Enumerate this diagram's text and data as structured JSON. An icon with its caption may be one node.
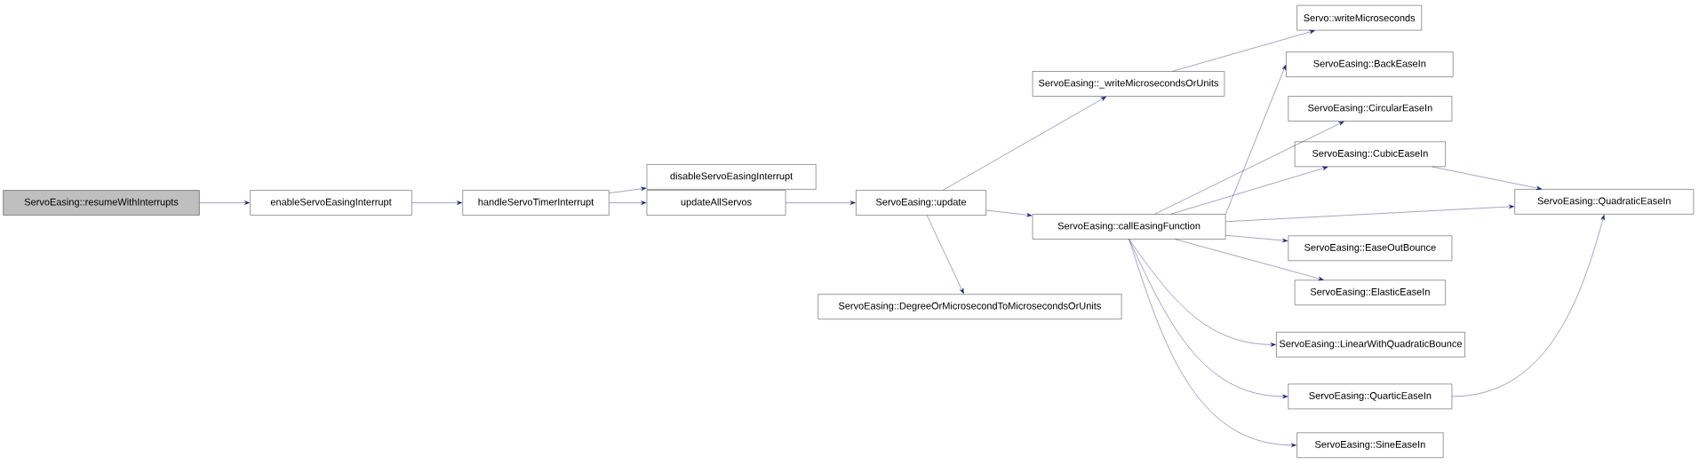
{
  "diagram": {
    "nodes": [
      {
        "text": [
          "ServoEasing::resumeWithInterrupts"
        ]
      },
      {
        "text": [
          "enableServoEasingInterrupt"
        ]
      },
      {
        "text": [
          "handleServoTimerInterrupt"
        ]
      },
      {
        "text": [
          "disableServoEasingInterrupt"
        ]
      },
      {
        "text": [
          "updateAllServos"
        ]
      },
      {
        "text": [
          "ServoEasing::update"
        ]
      },
      {
        "text": [
          "ServoEasing::_writeMicrosecondsOrUnits"
        ]
      },
      {
        "text": [
          "ServoEasing::callEasingFunction"
        ]
      },
      {
        "text": [
          "ServoEasing::DegreeOrMicrosecondToMicrosecondsOrUnits"
        ]
      },
      {
        "text": [
          "Servo::writeMicroseconds"
        ]
      },
      {
        "text": [
          "ServoEasing::BackEaseIn"
        ]
      },
      {
        "text": [
          "ServoEasing::CircularEaseIn"
        ]
      },
      {
        "text": [
          "ServoEasing::CubicEaseIn"
        ]
      },
      {
        "text": [
          "ServoEasing::QuadraticEaseIn"
        ]
      },
      {
        "text": [
          "ServoEasing::EaseOutBounce"
        ]
      },
      {
        "text": [
          "ServoEasing::ElasticEaseIn"
        ]
      },
      {
        "text": [
          "ServoEasing::LinearWithQuadraticBounce"
        ]
      },
      {
        "text": [
          "ServoEasing::QuarticEaseIn"
        ]
      },
      {
        "text": [
          "ServoEasing::SineEaseIn"
        ]
      }
    ],
    "edges": [
      {
        "from": 0,
        "to": 1,
        "arrow": "to"
      },
      {
        "from": 1,
        "to": 2,
        "arrow": "to"
      },
      {
        "from": 2,
        "to": 3,
        "arrow": "to"
      },
      {
        "from": 2,
        "to": 4,
        "arrow": "to"
      },
      {
        "from": 4,
        "to": 5,
        "arrow": "to"
      },
      {
        "from": 5,
        "to": 6,
        "arrow": "to"
      },
      {
        "from": 5,
        "to": 7,
        "arrow": "to"
      },
      {
        "from": 5,
        "to": 8,
        "arrow": "to"
      },
      {
        "from": 6,
        "to": 9,
        "arrow": "to"
      },
      {
        "from": 7,
        "to": 10,
        "arrow": "to"
      },
      {
        "from": 7,
        "to": 11,
        "arrow": "to"
      },
      {
        "from": 7,
        "to": 12,
        "arrow": "to"
      },
      {
        "from": 7,
        "to": 13,
        "arrow": "to"
      },
      {
        "from": 7,
        "to": 14,
        "arrow": "to"
      },
      {
        "from": 7,
        "to": 15,
        "arrow": "to"
      },
      {
        "from": 7,
        "to": 16,
        "arrow": "to"
      },
      {
        "from": 7,
        "to": 17,
        "arrow": "to"
      },
      {
        "from": 7,
        "to": 18,
        "arrow": "to"
      },
      {
        "from": 12,
        "to": 13,
        "arrow": "to"
      },
      {
        "from": 17,
        "to": 13,
        "arrow": "to"
      }
    ]
  }
}
